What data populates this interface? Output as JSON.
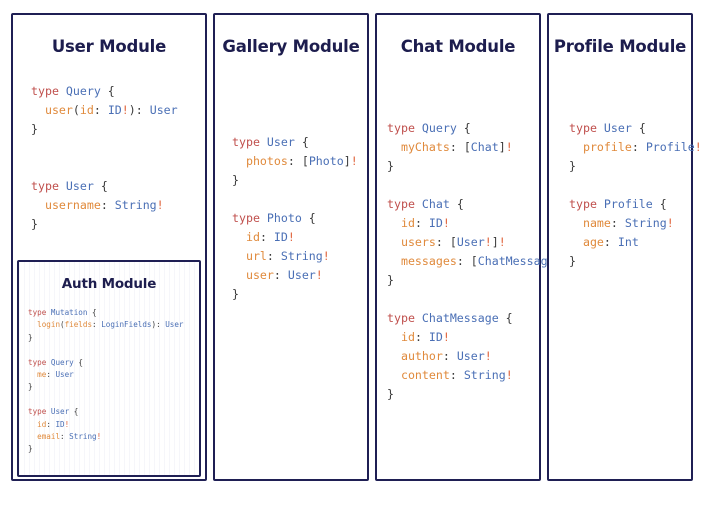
{
  "diagram": {
    "type": "graphql-module-panels",
    "background": "#ffffff",
    "border_color": "#1f1f54",
    "title_color": "#1d1d4e",
    "token_colors": {
      "keyword": "#c0504d",
      "type_name": "#4a6fb5",
      "field_name": "#e08a3c",
      "punctuation": "#3b3b3b",
      "non_null": "#e0643c"
    }
  },
  "panels": [
    {
      "title": "User Module",
      "code": "type Query {\n  user(id: ID!): User\n}\n\n\ntype User {\n  username: String!\n}",
      "nested": {
        "title": "Auth Module",
        "code": "type Mutation {\n  login(fields: LoginFields): User\n}\n\ntype Query {\n  me: User\n}\n\ntype User {\n  id: ID!\n  email: String!\n}"
      }
    },
    {
      "title": "Gallery Module",
      "code": "type User {\n  photos: [Photo]!\n}\n\ntype Photo {\n  id: ID!\n  url: String!\n  user: User!\n}"
    },
    {
      "title": "Chat Module",
      "code": "type Query {\n  myChats: [Chat]!\n}\n\ntype Chat {\n  id: ID!\n  users: [User!]!\n  messages: [ChatMessage]!\n}\n\ntype ChatMessage {\n  id: ID!\n  author: User!\n  content: String!\n}"
    },
    {
      "title": "Profile Module",
      "code": "type User {\n  profile: Profile!\n}\n\ntype Profile {\n  name: String!\n  age: Int\n}"
    }
  ]
}
